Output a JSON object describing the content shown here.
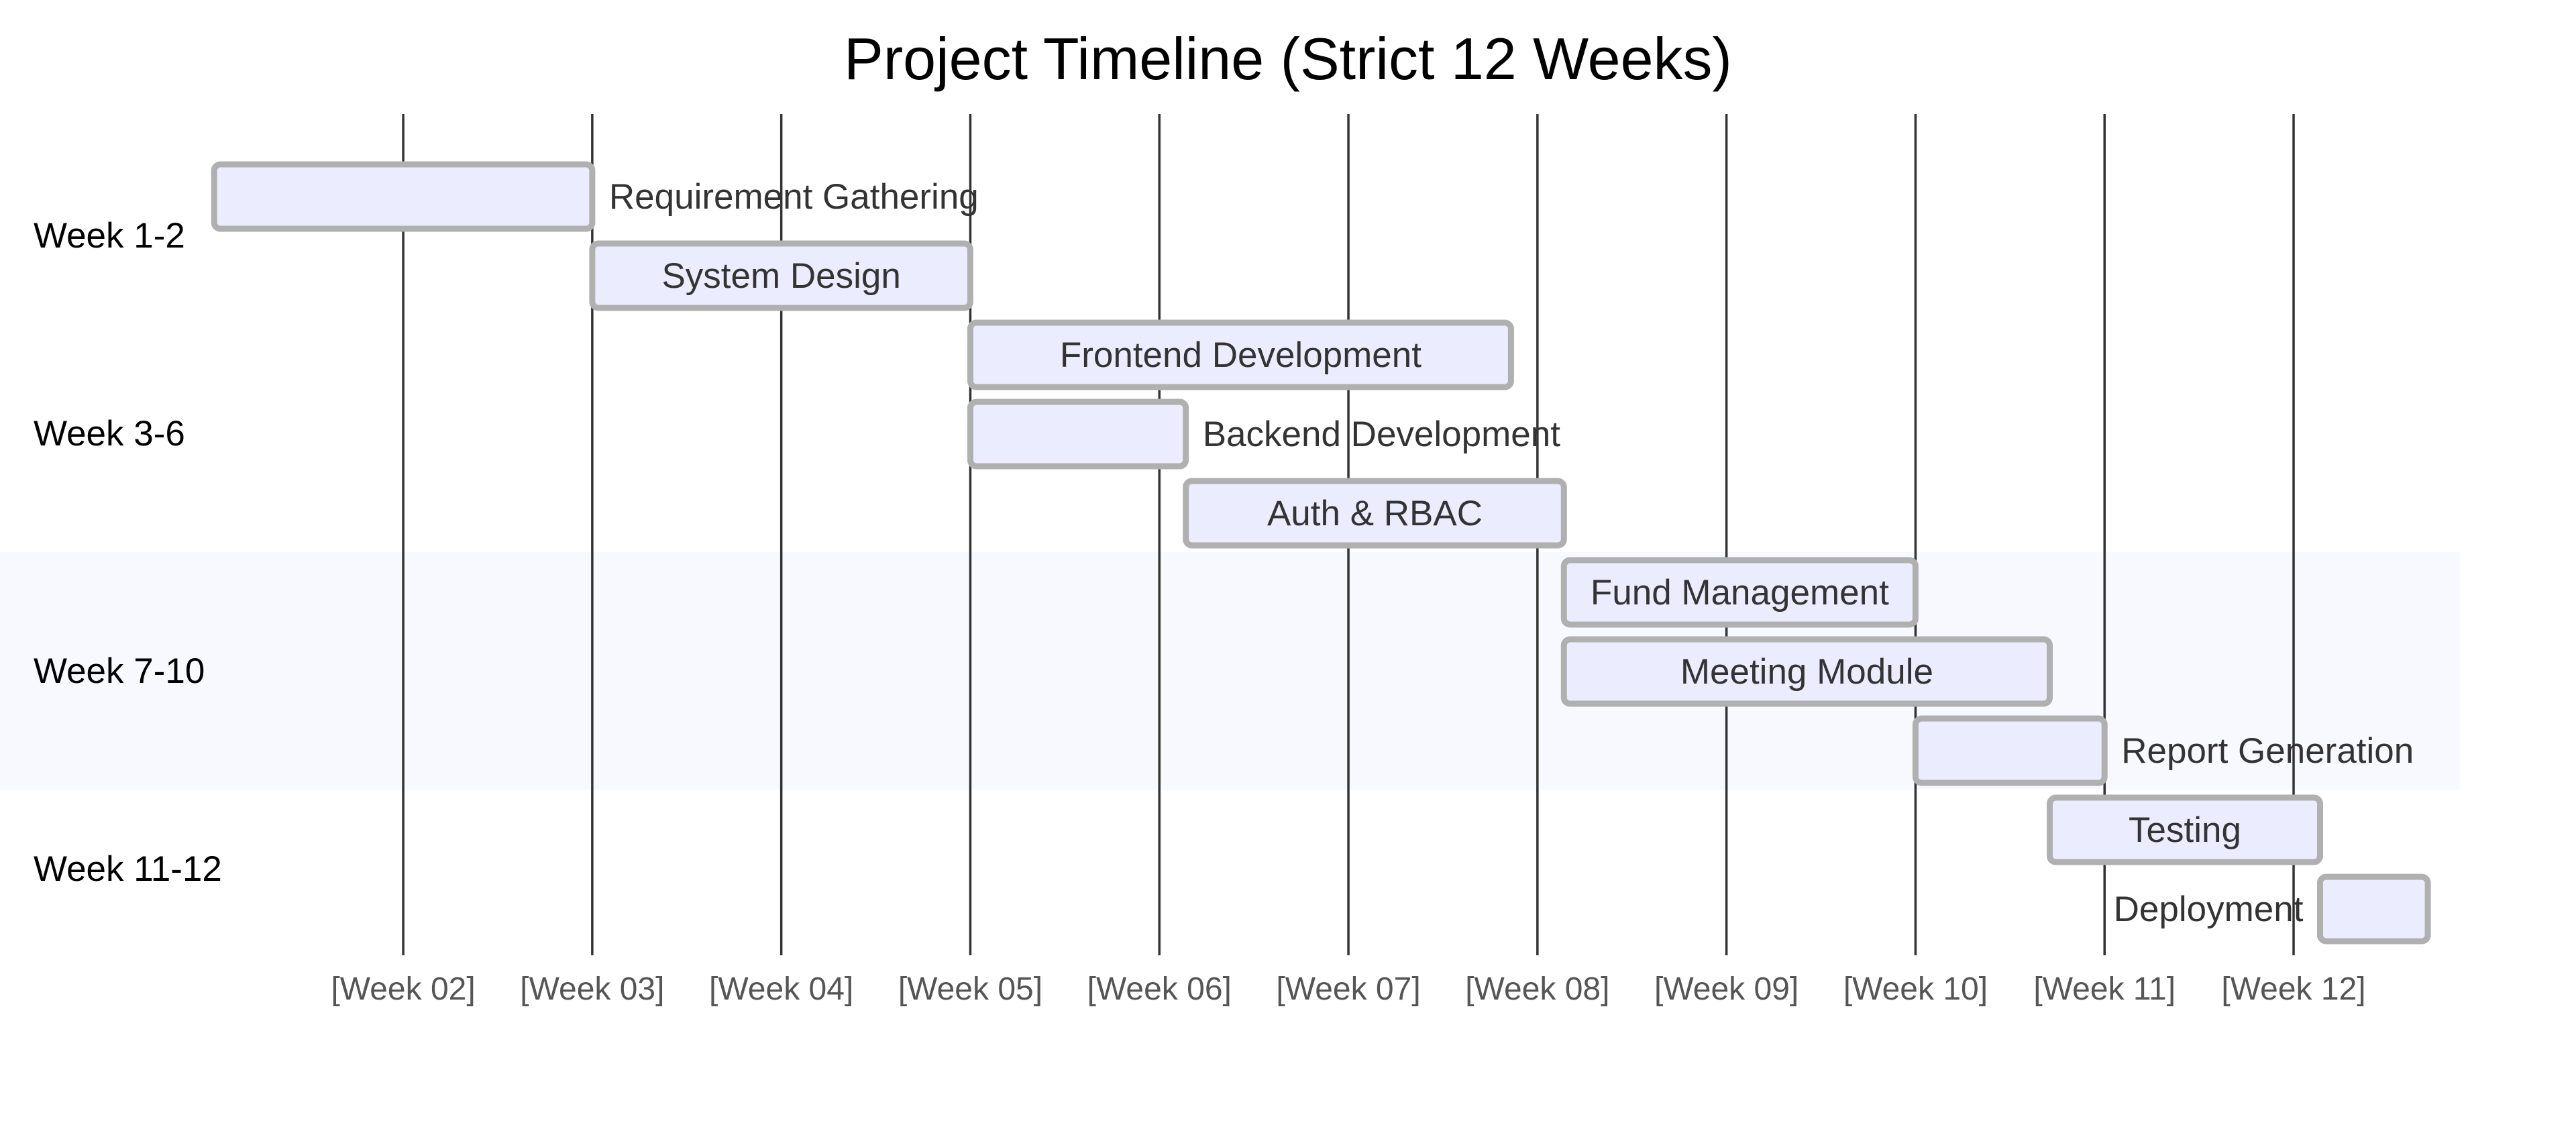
{
  "chart_data": {
    "type": "gantt",
    "title": "Project Timeline (Strict 12 Weeks)",
    "x_unit": "week",
    "xlim": [
      1.18,
      12.88
    ],
    "ticks": [
      "[Week 02]",
      "[Week 03]",
      "[Week 04]",
      "[Week 05]",
      "[Week 06]",
      "[Week 07]",
      "[Week 08]",
      "[Week 09]",
      "[Week 10]",
      "[Week 11]",
      "[Week 12]"
    ],
    "tick_values": [
      2,
      3,
      4,
      5,
      6,
      7,
      8,
      9,
      10,
      11,
      12
    ],
    "sections": [
      {
        "name": "Week 1-2",
        "highlight": false,
        "tasks": [
          {
            "name": "Requirement Gathering",
            "start": 1.0,
            "end": 3.0,
            "label_position": "outside-right"
          },
          {
            "name": "System Design",
            "start": 3.0,
            "end": 5.0,
            "label_position": "inside"
          }
        ]
      },
      {
        "name": "Week 3-6",
        "highlight": false,
        "tasks": [
          {
            "name": "Frontend Development",
            "start": 5.0,
            "end": 7.86,
            "label_position": "inside"
          },
          {
            "name": "Backend Development",
            "start": 5.0,
            "end": 6.14,
            "label_position": "outside-right"
          },
          {
            "name": "Auth & RBAC",
            "start": 6.14,
            "end": 8.14,
            "label_position": "inside"
          }
        ]
      },
      {
        "name": "Week 7-10",
        "highlight": true,
        "tasks": [
          {
            "name": "Fund Management",
            "start": 8.14,
            "end": 10.0,
            "label_position": "inside"
          },
          {
            "name": "Meeting Module",
            "start": 8.14,
            "end": 10.71,
            "label_position": "inside"
          },
          {
            "name": "Report Generation",
            "start": 10.0,
            "end": 11.0,
            "label_position": "outside-right"
          }
        ]
      },
      {
        "name": "Week 11-12",
        "highlight": false,
        "tasks": [
          {
            "name": "Testing",
            "start": 10.71,
            "end": 12.14,
            "label_position": "inside"
          },
          {
            "name": "Deployment",
            "start": 12.14,
            "end": 12.71,
            "label_position": "outside-left"
          }
        ]
      }
    ],
    "grid": true,
    "colors": {
      "bar_fill": "#ececff",
      "bar_stroke": "#b0b0b0",
      "grid": "#333333",
      "section_highlight": "#f8f8ff",
      "tick_text": "#555555",
      "task_text": "#333333"
    }
  }
}
